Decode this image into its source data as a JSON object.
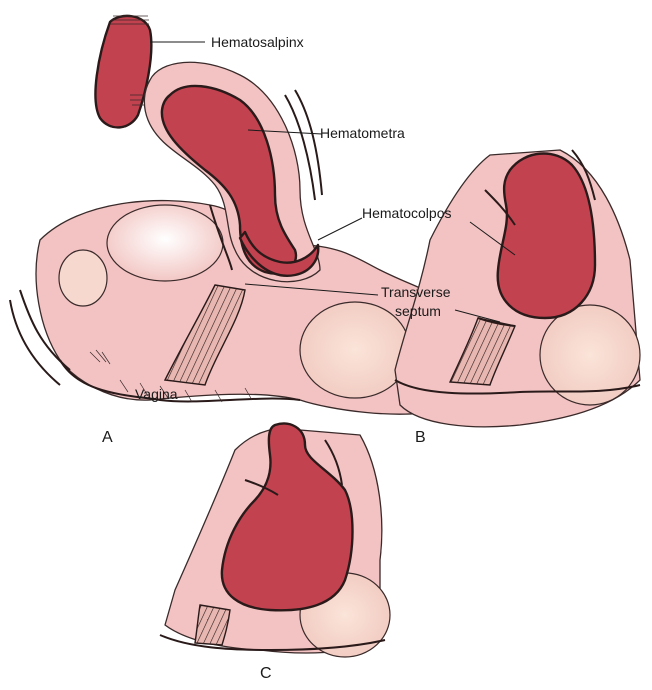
{
  "labels": {
    "hematosalpinx": "Hematosalpinx",
    "hematometra": "Hematometra",
    "hematocolpos": "Hematocolpos",
    "transverse_septum_line1": "Transverse",
    "transverse_septum_line2": "septum",
    "vagina": "Vagina"
  },
  "panels": {
    "a": "A",
    "b": "B",
    "c": "C"
  },
  "colors": {
    "blood": "#c2424f",
    "tissue": "#f3c3c3",
    "tissue_light": "#f9dada",
    "outline": "#2a1a1a"
  }
}
